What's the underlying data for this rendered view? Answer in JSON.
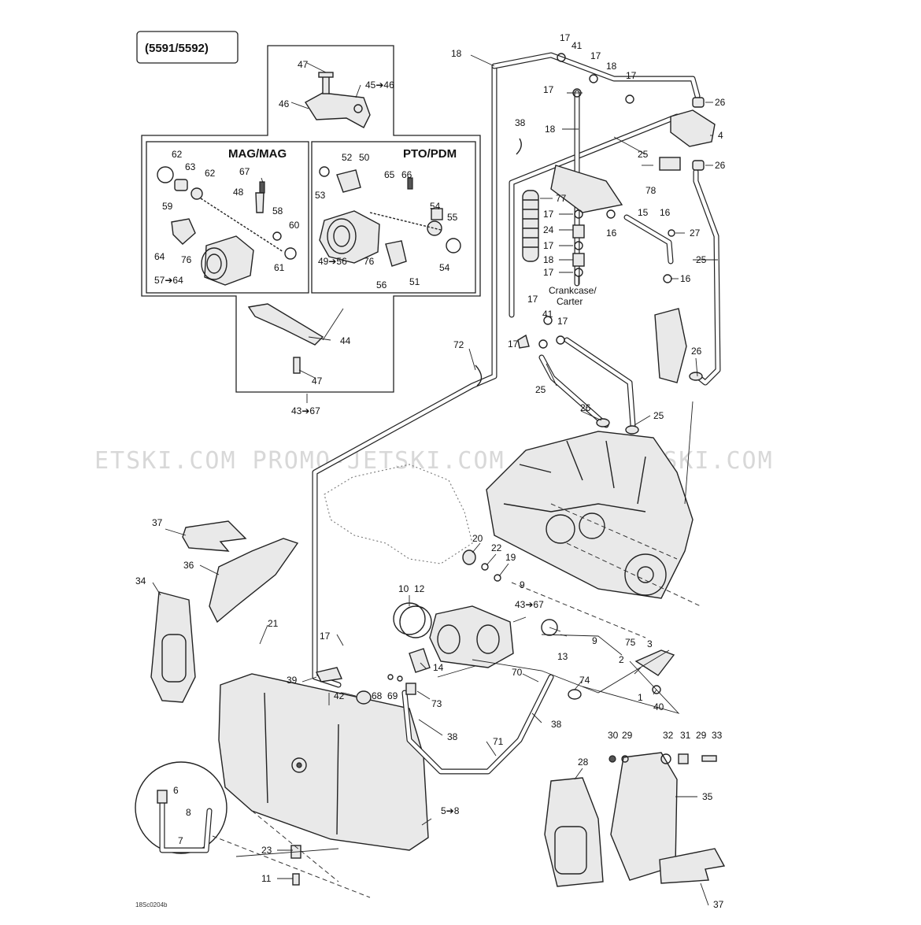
{
  "model_label": "(5591/5592)",
  "sections": {
    "mag": "MAG/MAG",
    "pto": "PTO/PDM"
  },
  "watermark": "ETSKI.COM   PROMO-JETSKI.COM   PROMO-JETSKI.COM",
  "crankcase": [
    "Crankcase/",
    "Carter"
  ],
  "figure_code": "18Sc0204b",
  "callouts": {
    "c17a": "17",
    "c41a": "41",
    "c17b": "17",
    "c18a": "18",
    "c17c": "17",
    "c18b": "18",
    "c17d": "17",
    "c26a": "26",
    "c4": "4",
    "c26b": "26",
    "c38a": "38",
    "c18c": "18",
    "c25a": "25",
    "c78": "78",
    "c77": "77",
    "c17e": "17",
    "c15": "15",
    "c16a": "16",
    "c16b": "16",
    "c24": "24",
    "c27": "27",
    "c17f": "17",
    "c18d": "18",
    "c25b": "25",
    "c17g": "17",
    "c16c": "16",
    "c17h": "17",
    "c41b": "41",
    "c17i": "17",
    "c17j": "17",
    "c26c": "26",
    "c72": "72",
    "c25c": "25",
    "c26d": "26",
    "c25d": "25",
    "c47a": "47",
    "c4546": "45➔46",
    "c46": "46",
    "c62a": "62",
    "c63": "63",
    "c62b": "62",
    "c67": "67",
    "c48": "48",
    "c59": "59",
    "c58": "58",
    "c60": "60",
    "c64": "64",
    "c76a": "76",
    "c61": "61",
    "c5764": "57➔64",
    "c52": "52",
    "c50": "50",
    "c65": "65",
    "c66": "66",
    "c53": "53",
    "c54a": "54",
    "c55": "55",
    "c4956": "49➔56",
    "c76b": "76",
    "c54b": "54",
    "c56": "56",
    "c51": "51",
    "c44": "44",
    "c47b": "47",
    "c4367a": "43➔67",
    "c37a": "37",
    "c36": "36",
    "c34": "34",
    "c20": "20",
    "c22": "22",
    "c19": "19",
    "c9a": "9",
    "c10": "10",
    "c12": "12",
    "c4367b": "43➔67",
    "c13": "13",
    "c9b": "9",
    "c75": "75",
    "c3": "3",
    "c2": "2",
    "c21": "21",
    "c17k": "17",
    "c14": "14",
    "c39": "39",
    "c68": "68",
    "c69": "69",
    "c73": "73",
    "c42": "42",
    "c70": "70",
    "c74": "74",
    "c1": "1",
    "c40": "40",
    "c38b": "38",
    "c38c": "38",
    "c71": "71",
    "c30": "30",
    "c29a": "29",
    "c32": "32",
    "c31": "31",
    "c29b": "29",
    "c33": "33",
    "c28": "28",
    "c35": "35",
    "c6": "6",
    "c8": "8",
    "c7": "7",
    "c58b": "5➔8",
    "c23": "23",
    "c11": "11",
    "c37b": "37"
  }
}
